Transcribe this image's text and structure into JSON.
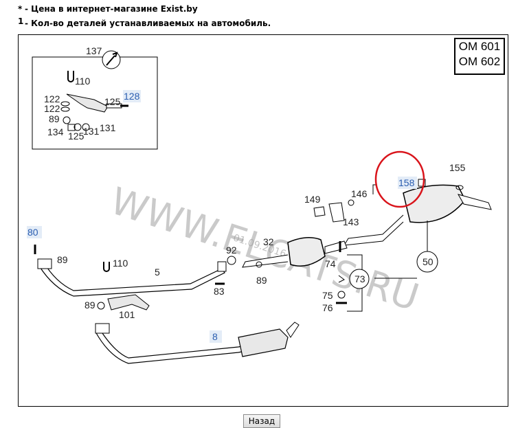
{
  "notes": {
    "star_symbol": "*",
    "star_text": "- Цена в интернет-магазине Exist.by",
    "count_symbol": "1",
    "count_text": "- Кол-во деталей устанавливаемых на автомобиль."
  },
  "diagram": {
    "engines": [
      "OM 601",
      "OM 602"
    ],
    "watermark": "WWW.ELCATS.RU",
    "watermark_date": "01.09.2016",
    "inset_callout": "137",
    "inset_labels": {
      "l110": "110",
      "l122a": "122",
      "l122b": "122",
      "l89": "89",
      "l134": "134",
      "l125a": "125",
      "l125b": "125",
      "l131a": "131",
      "l131b": "131",
      "l128": "128"
    },
    "labels": {
      "p158": "158",
      "p155": "155",
      "p149": "149",
      "p146": "146",
      "p143": "143",
      "p80": "80",
      "p89a": "89",
      "p110": "110",
      "p5": "5",
      "p92": "92",
      "p32": "32",
      "p74": "74",
      "p73": "73",
      "p50": "50",
      "p83": "83",
      "p89b": "89",
      "p89c": "89",
      "p101": "101",
      "p75": "75",
      "p76": "76",
      "p8": "8"
    },
    "highlight_color": "#d9141b"
  },
  "footer": {
    "back_label": "Назад"
  }
}
